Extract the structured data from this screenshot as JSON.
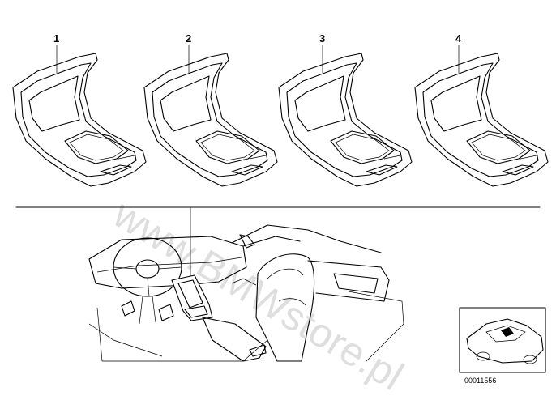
{
  "callouts": [
    "1",
    "2",
    "3",
    "4"
  ],
  "diagram_code": "00011556",
  "watermark": "www.BMWstore.pl"
}
